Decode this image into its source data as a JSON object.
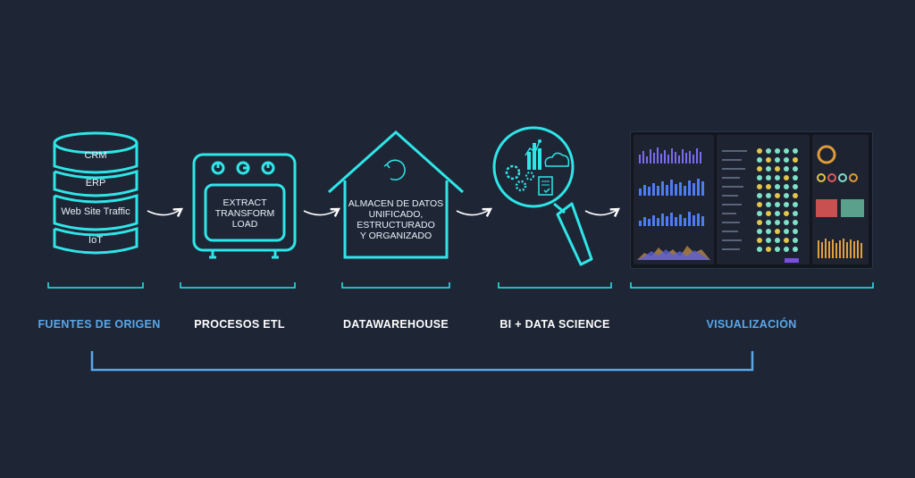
{
  "stages": [
    {
      "label": "FUENTES DE ORIGEN",
      "color": "#5aa7e8"
    },
    {
      "label": "PROCESOS ETL",
      "color": "#ffffff"
    },
    {
      "label": "DATAWAREHOUSE",
      "color": "#ffffff"
    },
    {
      "label": "BI + DATA SCIENCE",
      "color": "#ffffff"
    },
    {
      "label": "VISUALIZACIÓN",
      "color": "#5aa7e8"
    }
  ],
  "sources": [
    "CRM",
    "ERP",
    "Web Site Traffic",
    "IoT"
  ],
  "etl": [
    "EXTRACT",
    "TRANSFORM",
    "LOAD"
  ],
  "warehouse": [
    "ALMACEN DE DATOS",
    "UNIFICADO,",
    "ESTRUCTURADO",
    "Y ORGANIZADO"
  ],
  "colors": {
    "background": "#1e2636",
    "accent": "#2ee6e8",
    "bracket": "#5aa7e8"
  },
  "icons": [
    "database-cylinder-icon",
    "oven-icon",
    "house-icon",
    "magnifier-analytics-icon",
    "dashboard-screen"
  ]
}
